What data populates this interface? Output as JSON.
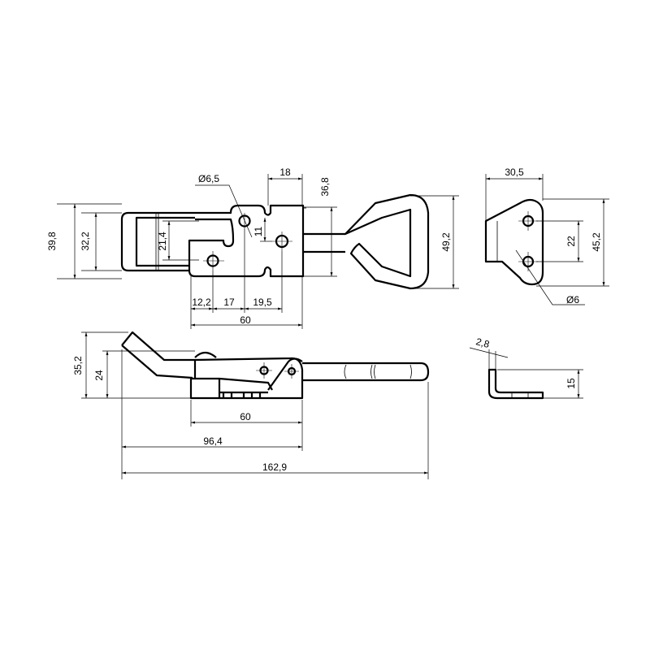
{
  "drawing": {
    "top_view": {
      "hole_diameter": "Ø6,5",
      "hinge_width": "18",
      "body_height": "36,8",
      "hook_outer_height": "39,8",
      "hook_inner_height": "32,2",
      "slot_height": "21,4",
      "hole_offset": "11",
      "pitch_1": "12,2",
      "pitch_2": "17",
      "pitch_3": "19,5",
      "body_length": "60",
      "handle_height": "49,2"
    },
    "keeper_top_view": {
      "width": "30,5",
      "hole_pitch": "22",
      "height": "45,2",
      "hole_diameter": "Ø6"
    },
    "side_view": {
      "total_height": "35,2",
      "body_height": "24",
      "base_length": "60",
      "hook_length": "96,4",
      "overall_length": "162,9"
    },
    "keeper_side_view": {
      "thickness": "2,8",
      "height": "15"
    }
  }
}
